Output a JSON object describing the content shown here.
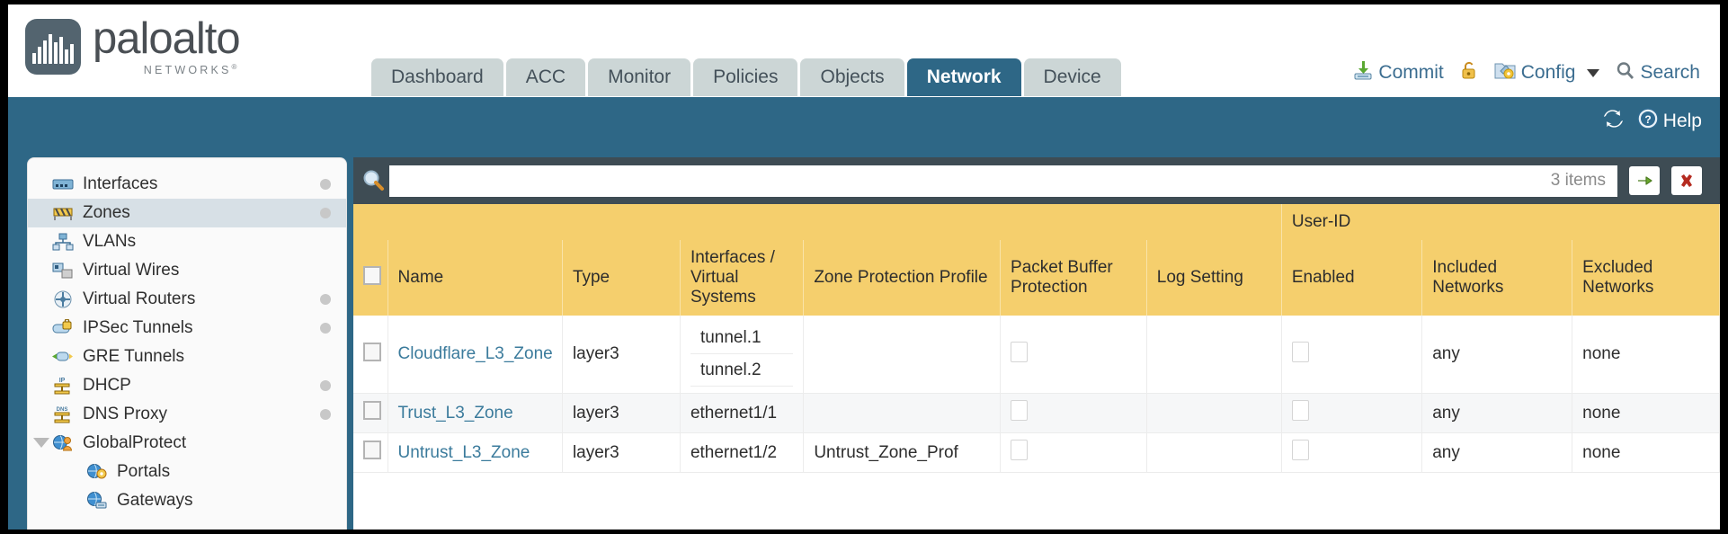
{
  "brand": {
    "name": "paloalto",
    "sub": "NETWORKS",
    "registered": "®"
  },
  "tabs": [
    {
      "label": "Dashboard",
      "active": false
    },
    {
      "label": "ACC",
      "active": false
    },
    {
      "label": "Monitor",
      "active": false
    },
    {
      "label": "Policies",
      "active": false
    },
    {
      "label": "Objects",
      "active": false
    },
    {
      "label": "Network",
      "active": true
    },
    {
      "label": "Device",
      "active": false
    }
  ],
  "top_actions": {
    "commit": "Commit",
    "config": "Config",
    "search": "Search",
    "lock_icon": "lock-icon",
    "commit_icon": "commit-icon",
    "config_icon": "config-icon",
    "search_icon": "search-icon",
    "caret_icon": "chevron-down-icon"
  },
  "band": {
    "refresh_icon": "refresh-icon",
    "help": "Help",
    "help_icon": "help-icon"
  },
  "sidebar": {
    "items": [
      {
        "label": "Interfaces",
        "icon": "interfaces-icon",
        "dot": true,
        "selected": false,
        "child": false,
        "expander": false
      },
      {
        "label": "Zones",
        "icon": "zones-icon",
        "dot": true,
        "selected": true,
        "child": false,
        "expander": false
      },
      {
        "label": "VLANs",
        "icon": "vlans-icon",
        "dot": false,
        "selected": false,
        "child": false,
        "expander": false
      },
      {
        "label": "Virtual Wires",
        "icon": "virtual-wires-icon",
        "dot": false,
        "selected": false,
        "child": false,
        "expander": false
      },
      {
        "label": "Virtual Routers",
        "icon": "virtual-routers-icon",
        "dot": true,
        "selected": false,
        "child": false,
        "expander": false
      },
      {
        "label": "IPSec Tunnels",
        "icon": "ipsec-tunnels-icon",
        "dot": true,
        "selected": false,
        "child": false,
        "expander": false
      },
      {
        "label": "GRE Tunnels",
        "icon": "gre-tunnels-icon",
        "dot": false,
        "selected": false,
        "child": false,
        "expander": false
      },
      {
        "label": "DHCP",
        "icon": "dhcp-icon",
        "dot": true,
        "selected": false,
        "child": false,
        "expander": false
      },
      {
        "label": "DNS Proxy",
        "icon": "dns-proxy-icon",
        "dot": true,
        "selected": false,
        "child": false,
        "expander": false
      },
      {
        "label": "GlobalProtect",
        "icon": "globalprotect-icon",
        "dot": false,
        "selected": false,
        "child": false,
        "expander": true
      },
      {
        "label": "Portals",
        "icon": "portals-icon",
        "dot": false,
        "selected": false,
        "child": true,
        "expander": false
      },
      {
        "label": "Gateways",
        "icon": "gateways-icon",
        "dot": false,
        "selected": false,
        "child": true,
        "expander": false
      }
    ]
  },
  "filter": {
    "value": "",
    "placeholder": "",
    "item_count": "3 items",
    "apply_icon": "arrow-right-icon",
    "clear_icon": "close-icon",
    "search_icon": "magnifier-icon"
  },
  "table": {
    "group_header": "User-ID",
    "columns": [
      "Name",
      "Type",
      "Interfaces / Virtual Systems",
      "Zone Protection Profile",
      "Packet Buffer Protection",
      "Log Setting",
      "Enabled",
      "Included Networks",
      "Excluded Networks"
    ],
    "rows": [
      {
        "selected": false,
        "name": "Cloudflare_L3_Zone",
        "type": "layer3",
        "interfaces": [
          "tunnel.1",
          "tunnel.2"
        ],
        "zone_protection_profile": "",
        "packet_buffer_protection": false,
        "log_setting": "",
        "userid_enabled": false,
        "included_networks": "any",
        "excluded_networks": "none"
      },
      {
        "selected": false,
        "name": "Trust_L3_Zone",
        "type": "layer3",
        "interfaces": [
          "ethernet1/1"
        ],
        "zone_protection_profile": "",
        "packet_buffer_protection": false,
        "log_setting": "",
        "userid_enabled": false,
        "included_networks": "any",
        "excluded_networks": "none"
      },
      {
        "selected": false,
        "name": "Untrust_L3_Zone",
        "type": "layer3",
        "interfaces": [
          "ethernet1/2"
        ],
        "zone_protection_profile": "Untrust_Zone_Prof",
        "packet_buffer_protection": false,
        "log_setting": "",
        "userid_enabled": false,
        "included_networks": "any",
        "excluded_networks": "none"
      }
    ]
  },
  "colors": {
    "brand_blue": "#2e6786",
    "header_gold": "#f5cf6d",
    "group_gold": "#e9bd49",
    "filter_bar": "#3e4c54",
    "link": "#3b7b9c"
  }
}
